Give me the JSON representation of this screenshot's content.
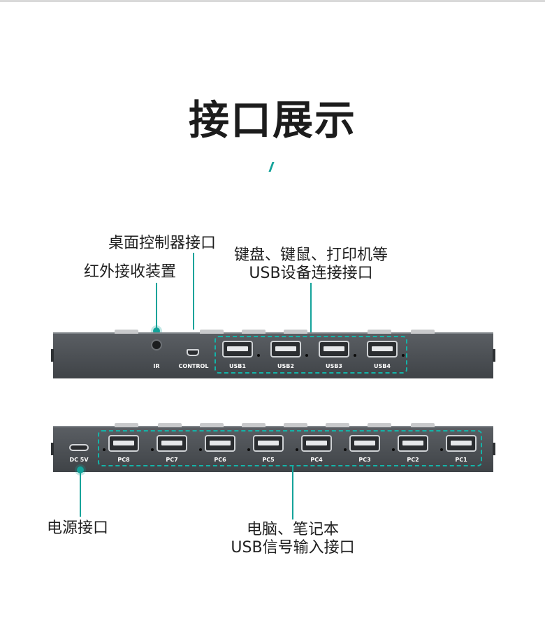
{
  "title": "接口展示",
  "labels": {
    "control": "桌面控制器接口",
    "ir": "红外接收装置",
    "usb_line1": "键盘、键鼠、打印机等",
    "usb_line2": "USB设备连接接口",
    "power": "电源接口",
    "pc_line1": "电脑、笔记本",
    "pc_line2": "USB信号输入接口"
  },
  "front_ports": {
    "ir": "IR",
    "control": "CONTROL",
    "usb": [
      "USB1",
      "USB2",
      "USB3",
      "USB4"
    ]
  },
  "back_ports": {
    "power": "DC 5V",
    "pc": [
      "PC8",
      "PC7",
      "PC6",
      "PC5",
      "PC4",
      "PC3",
      "PC2",
      "PC1"
    ]
  },
  "colors": {
    "accent": "#14a39a",
    "device": "#4a4e52"
  }
}
